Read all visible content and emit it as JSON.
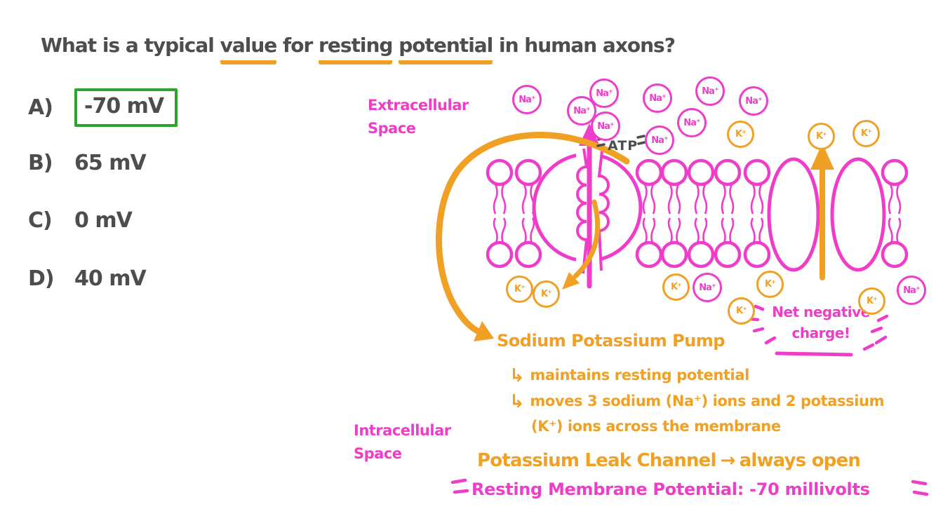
{
  "colors": {
    "magenta": "#EF3DC9",
    "orange": "#F0A125",
    "ink": "#4D4D4D",
    "green": "#2BA52B"
  },
  "question": {
    "p1": "What is a typical ",
    "u1": "value",
    "p2": " for ",
    "u2": "resting",
    "p3": " ",
    "u3": "potential",
    "p4": " in human axons?"
  },
  "options": [
    {
      "label": "A)",
      "value": "-70 mV",
      "correct": true
    },
    {
      "label": "B)",
      "value": "65 mV",
      "correct": false
    },
    {
      "label": "C)",
      "value": "0 mV",
      "correct": false
    },
    {
      "label": "D)",
      "value": "40 mV",
      "correct": false
    }
  ],
  "diagram": {
    "extracellular_line1": "Extracellular",
    "extracellular_line2": "Space",
    "intracellular_line1": "Intracellular",
    "intracellular_line2": "Space",
    "atp": "ATP",
    "sodium_ion": "Na⁺",
    "potassium_ion": "K⁺",
    "net_negative_line1": "Net negative",
    "net_negative_line2": "charge!",
    "pump_title": "Sodium Potassium Pump",
    "pump_note_1": "maintains resting potential",
    "pump_note_2": "moves 3 sodium (Na⁺) ions and 2 potassium",
    "pump_note_3": "(K⁺) ions across the membrane",
    "leak_channel_label": "Potassium Leak Channel",
    "leak_channel_note": "always open",
    "resting_note": "Resting Membrane Potential: -70 millivolts",
    "ion_summary": {
      "extracellular_sodium": 9,
      "extracellular_potassium": 3,
      "intracellular_potassium": 6,
      "intracellular_sodium": 2
    }
  },
  "icons": {
    "elbow_arrow": "↳",
    "right_arrow": "→"
  }
}
